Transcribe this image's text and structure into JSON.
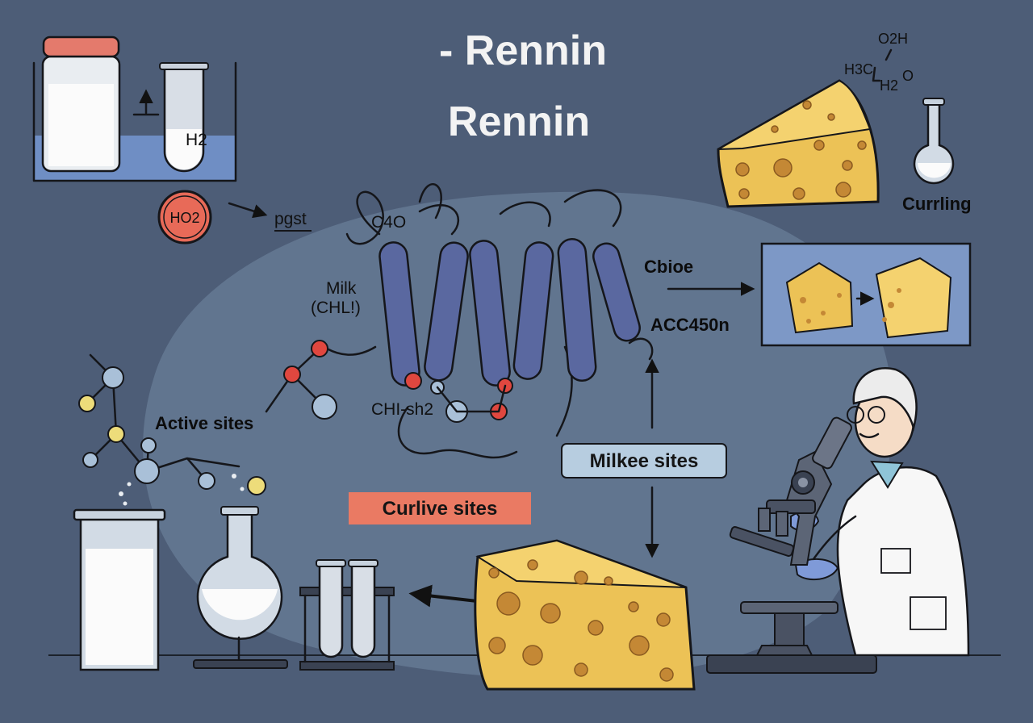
{
  "title": {
    "line1": "- Rennin",
    "line2": "Rennin"
  },
  "labels": {
    "h2": "H2",
    "ho2": "HO2",
    "pgst": "pgst",
    "c4o": "C4O",
    "milk": "Milk",
    "chl": "(CHL!)",
    "active_sites": "Active sites",
    "chsh": "CHI-sh2",
    "cbioe": "Cbioe",
    "acc": "ACC450n",
    "currling": "Currling",
    "formula_top": "O2H",
    "formula_h3c": "H3C",
    "formula_h2": "H2",
    "formula_o": "O"
  },
  "tags": {
    "milkee_sites": "Milkee sites",
    "curlive_sites": "Curlive sites"
  },
  "colors": {
    "background": "#4d5d77",
    "tag_blue": "#b7cde0",
    "tag_red": "#ea7a63",
    "cheese": "#ecc256",
    "protein": "#5a68a0",
    "node_red": "#e0473f"
  }
}
